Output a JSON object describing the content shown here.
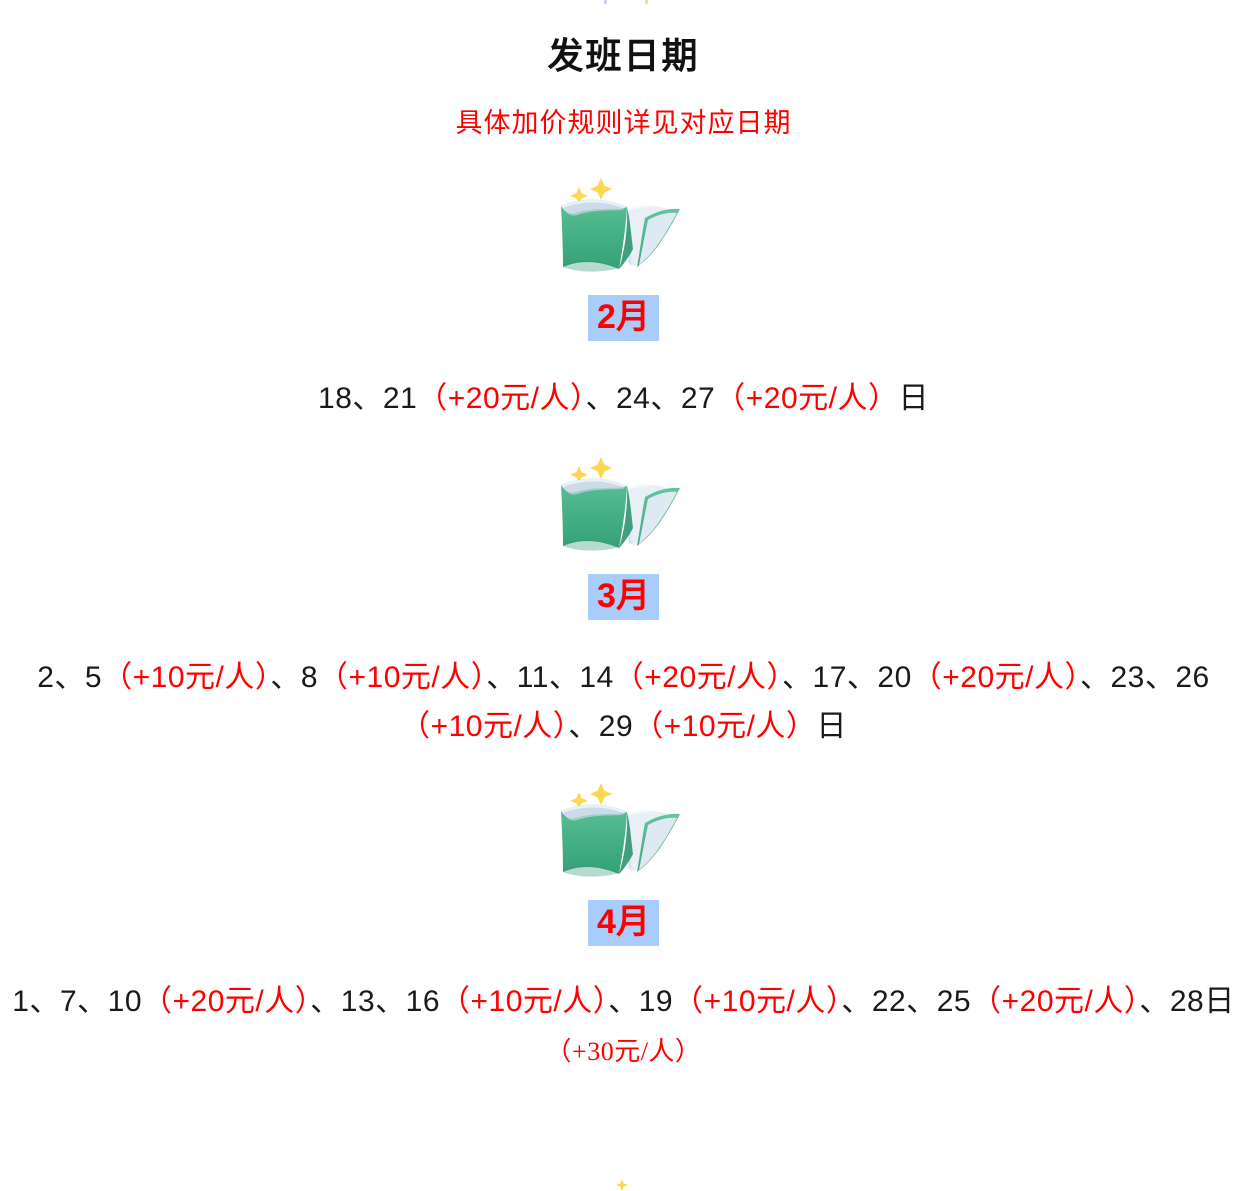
{
  "page": {
    "background_color": "#ffffff",
    "accent_red": "#ff0000",
    "highlight_blue": "#a8cdfa",
    "book_green": "#44b287"
  },
  "header": {
    "title": "发班日期",
    "subtitle": "具体加价规则详见对应日期"
  },
  "months": [
    {
      "icon": "green-book-emoji",
      "sparkle_icon": "sparkles-icon",
      "badge": "2月",
      "lines": [
        [
          {
            "text": "18、21",
            "color": "black"
          },
          {
            "text": "（+20元/人）",
            "color": "red"
          },
          {
            "text": "、24、27",
            "color": "black"
          },
          {
            "text": "（+20元/人）",
            "color": "red"
          },
          {
            "text": "日",
            "color": "black"
          }
        ]
      ]
    },
    {
      "icon": "green-book-emoji",
      "sparkle_icon": "sparkles-icon",
      "badge": "3月",
      "lines": [
        [
          {
            "text": "2、5",
            "color": "black"
          },
          {
            "text": "（+10元/人）",
            "color": "red"
          },
          {
            "text": "、8",
            "color": "black"
          },
          {
            "text": "（+10元/人）",
            "color": "red"
          },
          {
            "text": "、11、14",
            "color": "black"
          },
          {
            "text": "（+20元/人）",
            "color": "red"
          },
          {
            "text": "、17、20",
            "color": "black"
          },
          {
            "text": "（+20元/人）",
            "color": "red"
          },
          {
            "text": "、23、26",
            "color": "black"
          },
          {
            "text": "（+10元/人）",
            "color": "red"
          },
          {
            "text": "、29",
            "color": "black"
          },
          {
            "text": "（+10元/人）",
            "color": "red"
          },
          {
            "text": "日",
            "color": "black"
          }
        ]
      ]
    },
    {
      "icon": "green-book-emoji",
      "sparkle_icon": "sparkles-icon",
      "badge": "4月",
      "lines": [
        [
          {
            "text": "1、7、10",
            "color": "black"
          },
          {
            "text": "（+20元/人）",
            "color": "red"
          },
          {
            "text": "、13、16",
            "color": "black"
          },
          {
            "text": "（+10元/人）",
            "color": "red"
          },
          {
            "text": "、19",
            "color": "black"
          },
          {
            "text": "（+10元/人）",
            "color": "red"
          },
          {
            "text": "、22、25",
            "color": "black"
          },
          {
            "text": "（+20元/人）",
            "color": "red"
          },
          {
            "text": "、28日",
            "color": "black"
          },
          {
            "text": "（+30元/人）",
            "color": "red-serif"
          }
        ]
      ]
    }
  ],
  "feb_text": {
    "p1": "18、21",
    "s1": "（+20元/人）",
    "p2": "、24、27",
    "s2": "（+20元/人）",
    "p3": "日"
  },
  "mar_text": {
    "p1": "2、5",
    "s1": "（+10元/人）",
    "p2": "、8",
    "s2": "（+10元/人）",
    "p3": "、11、14",
    "s3": "（+20元/人）",
    "p4": "、17、20",
    "s4": "（+20元/人）",
    "p5": "、23、26",
    "s5": "（+10元/人）",
    "p6": "、29",
    "s6": "（+10元/人）",
    "p7": "日"
  },
  "apr_text": {
    "p1": "1、7、10",
    "s1": "（+20元/人）",
    "p2": "、13、16",
    "s2": "（+10元/人）",
    "p3": "、19",
    "s3": "（+10元/人）",
    "p4": "、22、25",
    "s4": "（+20元/人）",
    "p5": "、28日",
    "s5": "（+30元/人）"
  }
}
